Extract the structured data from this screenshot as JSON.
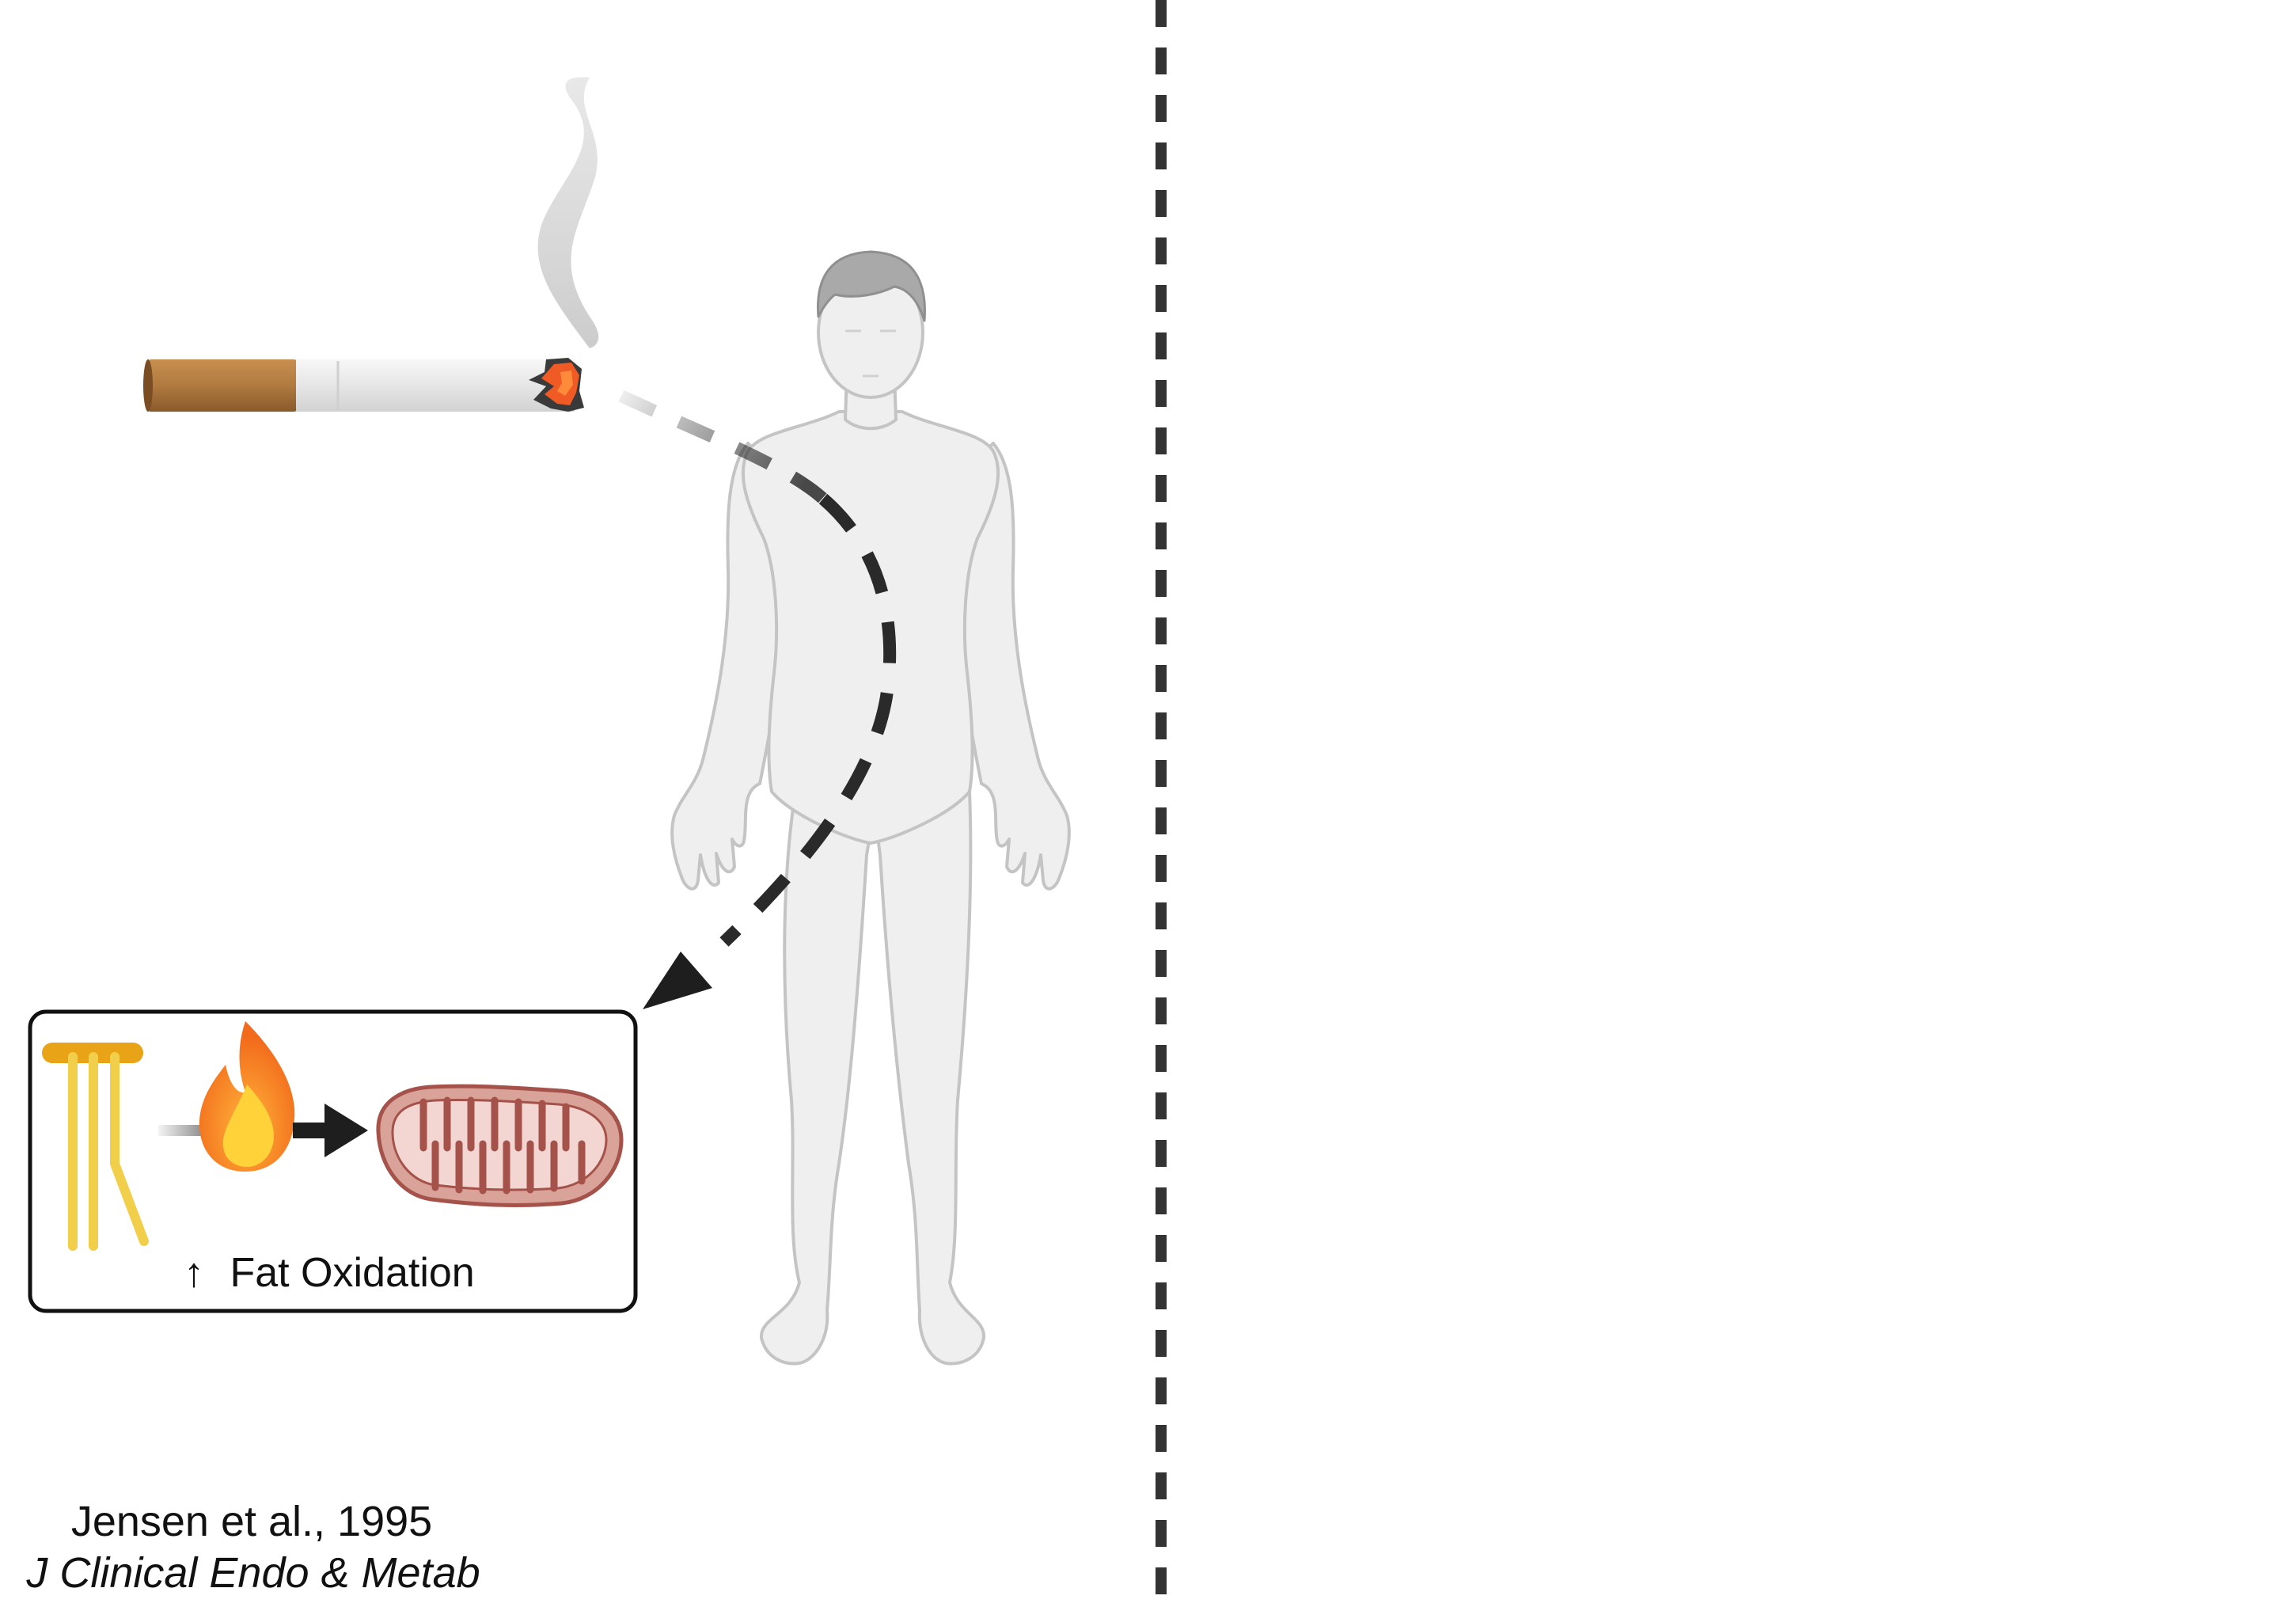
{
  "figure": {
    "box_caption": {
      "arrow_glyph": "↑",
      "text": "Fat Oxidation"
    },
    "citation": {
      "authors_year": "Jensen et al., 1995",
      "journal": "J Clinical Endo & Metab"
    }
  },
  "colors": {
    "filter": "#b07a40",
    "paper": "#ececec",
    "ember": "#f05a24",
    "smoke": "#c9c9c9",
    "body_fill": "#efefef",
    "body_stroke": "#c4c4c4",
    "hair": "#a9a9a9",
    "arrow": "#2a2a2a",
    "box_border": "#111111",
    "fatty_acid": "#f2cf4a",
    "fatty_acid_head": "#e8a317",
    "flame_outer": "#f7931e",
    "flame_inner": "#ffd23a",
    "mito_fill": "#f3d6d1",
    "mito_outer": "#d9a39a",
    "mito_stroke": "#a4524a",
    "divider": "#333333"
  },
  "icons": [
    "cigarette-icon",
    "human-body-icon",
    "fatty-acid-icon",
    "flame-icon",
    "mitochondrion-icon"
  ]
}
